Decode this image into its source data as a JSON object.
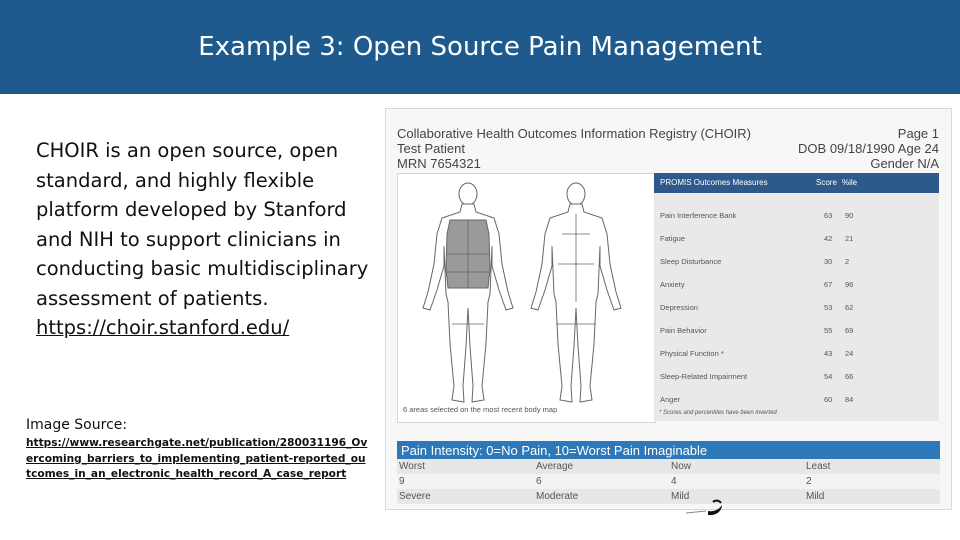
{
  "slide": {
    "title": "Example 3: Open Source Pain Management",
    "body_text": "CHOIR is an open source, open standard, and highly flexible platform developed by Stanford and NIH to support clinicians in conducting basic multidisciplinary assessment of patients.",
    "body_link": "https://choir.stanford.edu/",
    "image_source_label": "Image Source:",
    "image_source_link": "https://www.researchgate.net/publication/280031196_Overcoming_barriers_to_implementing_patient-reported_outcomes_in_an_electronic_health_record_A_case_report",
    "colors": {
      "header": "#1f5a8f",
      "report_header": "#2d5a8a",
      "pain_header": "#2d78b8",
      "body_map_highlight": "#9a9a9a"
    }
  },
  "report": {
    "title": "Collaborative Health Outcomes Information Registry (CHOIR)",
    "page": "Page 1",
    "patient": "Test Patient",
    "dob_age": "DOB 09/18/1990 Age 24",
    "mrn": "MRN 7654321",
    "gender": "Gender N/A",
    "body_map_caption": "6 areas selected on the most recent body map",
    "promis": {
      "header_measure": "PROMIS Outcomes Measures",
      "header_score": "Score",
      "header_pct": "%ile",
      "rows": [
        {
          "measure": "Pain Interference Bank",
          "score": "63",
          "pct": "90"
        },
        {
          "measure": "Fatigue",
          "score": "42",
          "pct": "21"
        },
        {
          "measure": "Sleep Disturbance",
          "score": "30",
          "pct": "2"
        },
        {
          "measure": "Anxiety",
          "score": "67",
          "pct": "96"
        },
        {
          "measure": "Depression",
          "score": "53",
          "pct": "62"
        },
        {
          "measure": "Pain Behavior",
          "score": "55",
          "pct": "69"
        },
        {
          "measure": "Physical Function *",
          "score": "43",
          "pct": "24"
        },
        {
          "measure": "Sleep-Related Impairment",
          "score": "54",
          "pct": "66"
        },
        {
          "measure": "Anger",
          "score": "60",
          "pct": "84"
        }
      ],
      "note": "* Scores and percentiles have been inverted"
    },
    "pain_intensity": {
      "header": "Pain Intensity: 0=No Pain, 10=Worst Pain Imaginable",
      "rows": [
        [
          "Worst",
          "Average",
          "Now",
          "Least"
        ],
        [
          "9",
          "6",
          "4",
          "2"
        ],
        [
          "Severe",
          "Moderate",
          "Mild",
          "Mild"
        ]
      ]
    }
  }
}
